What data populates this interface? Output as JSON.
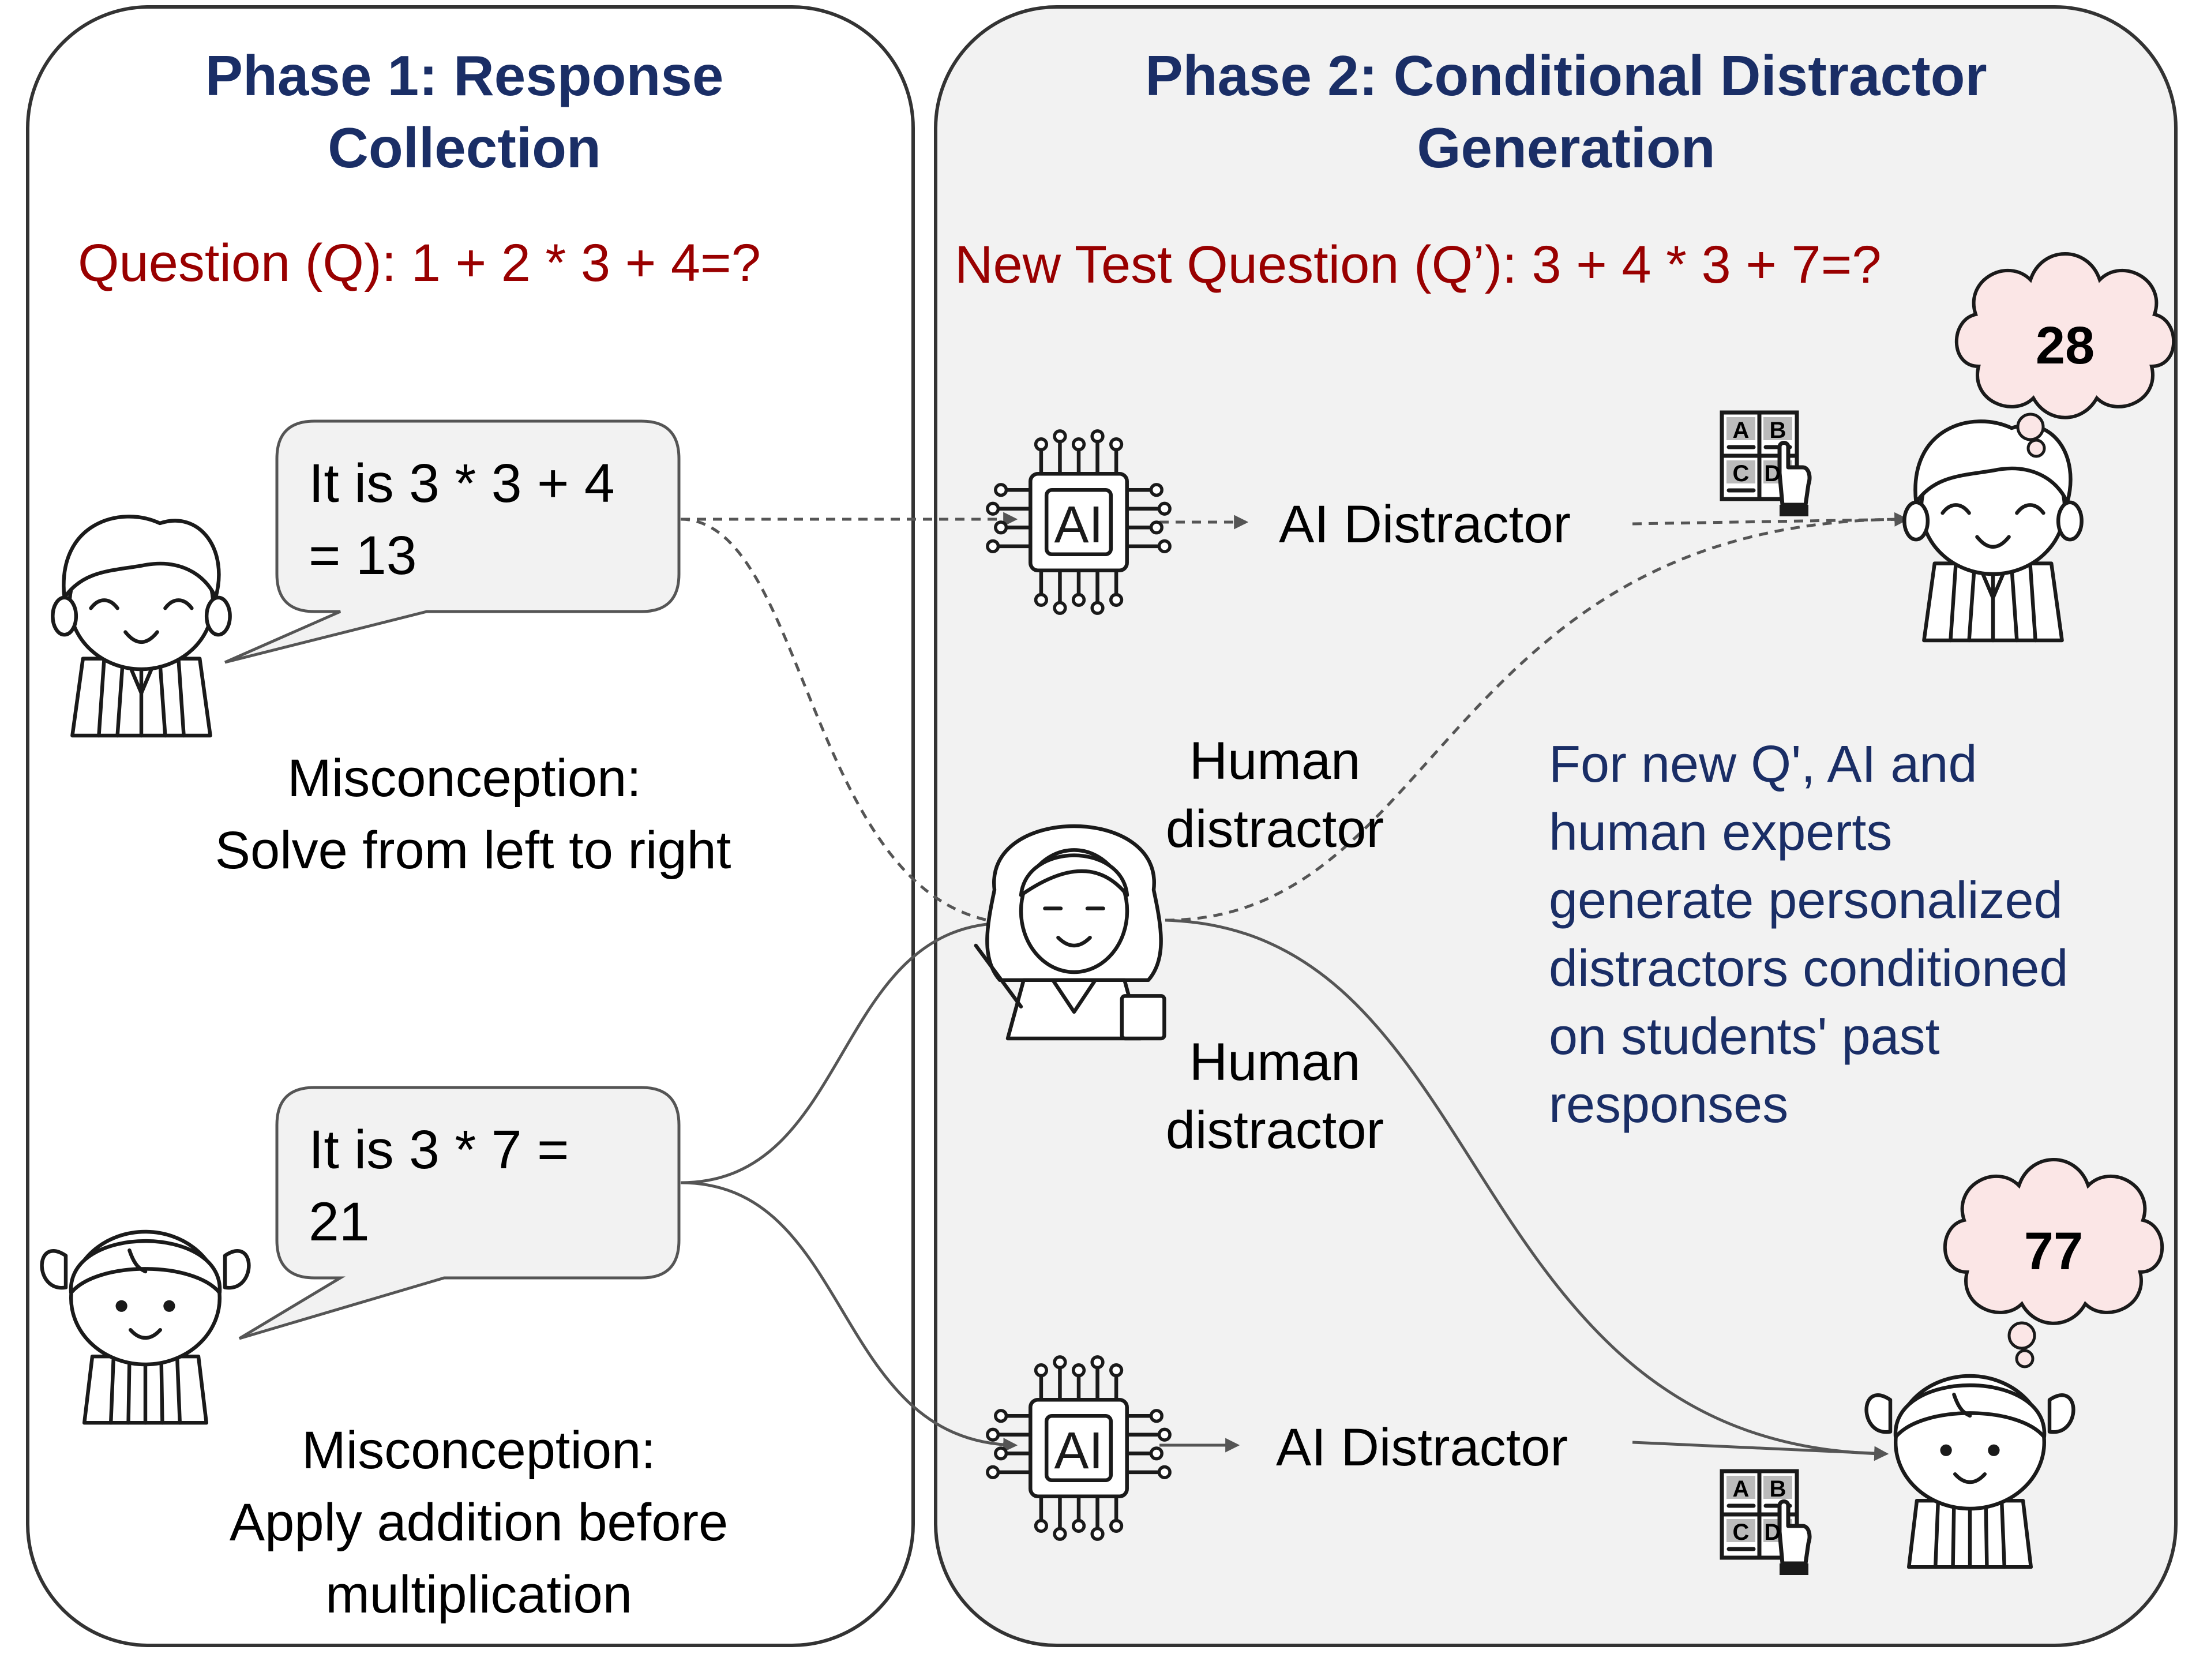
{
  "phase1": {
    "title_line1": "Phase 1: Response",
    "title_line2": "Collection",
    "question": "Question (Q): 1 + 2 * 3 + 4=?",
    "student1": {
      "bubble_line1": "It is 3 * 3 + 4",
      "bubble_line2": "= 13",
      "misconception_line1": "Misconception:",
      "misconception_line2": "Solve from left to right"
    },
    "student2": {
      "bubble_line1": "It is 3 * 7 =",
      "bubble_line2": "21",
      "misconception_line1": "Misconception:",
      "misconception_line2": "Apply addition before",
      "misconception_line3": "multiplication"
    }
  },
  "phase2": {
    "title_line1": "Phase 2: Conditional Distractor",
    "title_line2": "Generation",
    "question": "New Test Question (Q’): 3 + 4 * 3 + 7=?",
    "ai_chip_label": "AI",
    "ai_distractor_top": "AI Distractor",
    "ai_distractor_bottom": "AI Distractor",
    "human_distractor_top_line1": "Human",
    "human_distractor_top_line2": "distractor",
    "human_distractor_bottom_line1": "Human",
    "human_distractor_bottom_line2": "distractor",
    "thought_top": "28",
    "thought_bottom": "77",
    "mcq_labels": [
      "A",
      "B",
      "C",
      "D"
    ],
    "description": [
      "For new Q', AI and",
      "human experts",
      "generate personalized",
      "distractors conditioned",
      "on students' past",
      "responses"
    ]
  },
  "icons": [
    "boy-student-icon",
    "girl-student-icon",
    "teacher-icon",
    "ai-chip-icon",
    "quiz-choice-icon",
    "thought-cloud-icon"
  ],
  "colors": {
    "title": "#1a2e66",
    "question": "#990000",
    "description": "#1a2e66",
    "panel2_fill": "#f2f2f2",
    "thought_fill": "#fbe6e6",
    "bubble_fill": "#f2f2f2"
  }
}
